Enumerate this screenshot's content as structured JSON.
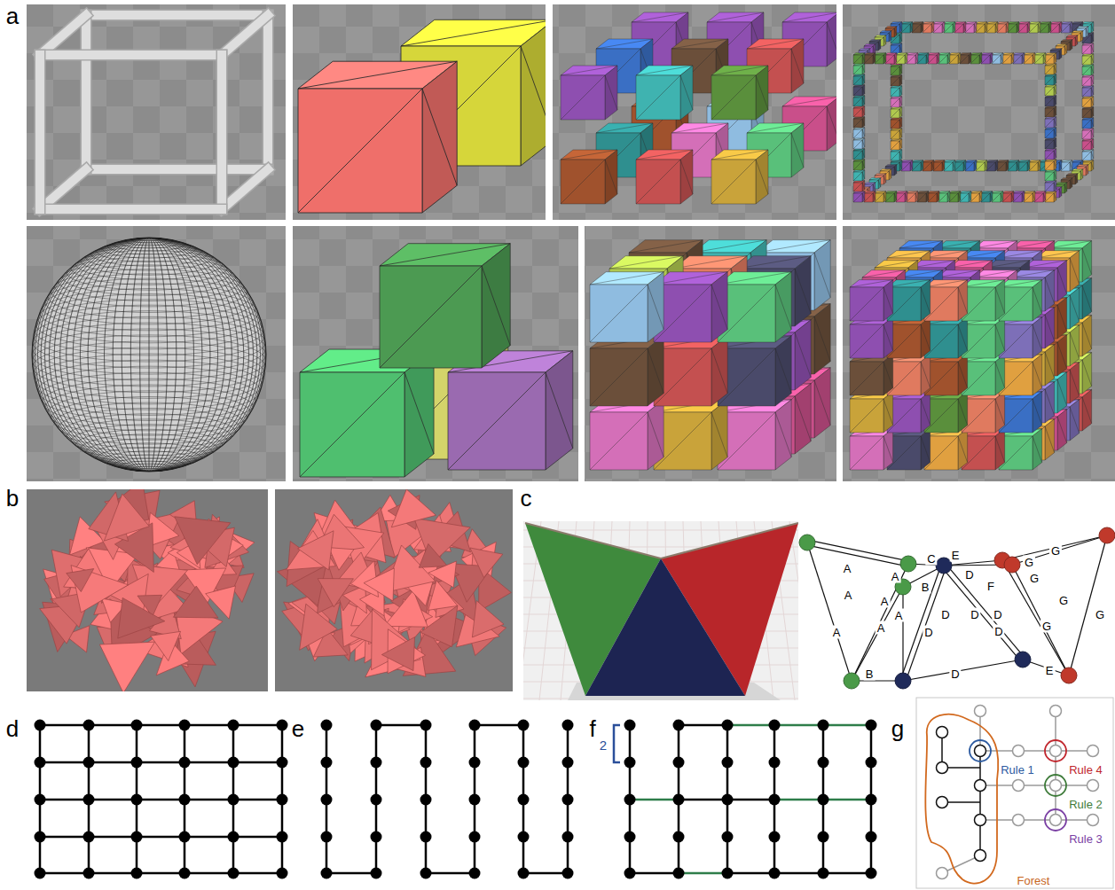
{
  "diagram": {
    "labels": [
      "a",
      "b",
      "c",
      "d",
      "e",
      "f",
      "g",
      "A",
      "A",
      "A",
      "A",
      "A",
      "A",
      "A",
      "B",
      "B",
      "C",
      "D",
      "D",
      "D",
      "D",
      "D",
      "D",
      "D",
      "E",
      "E",
      "F",
      "G",
      "G",
      "G",
      "G",
      "G",
      "G",
      "2",
      "Rule 1",
      "Rule 4",
      "Rule 2",
      "Rule 3",
      "Forest"
    ]
  }
}
